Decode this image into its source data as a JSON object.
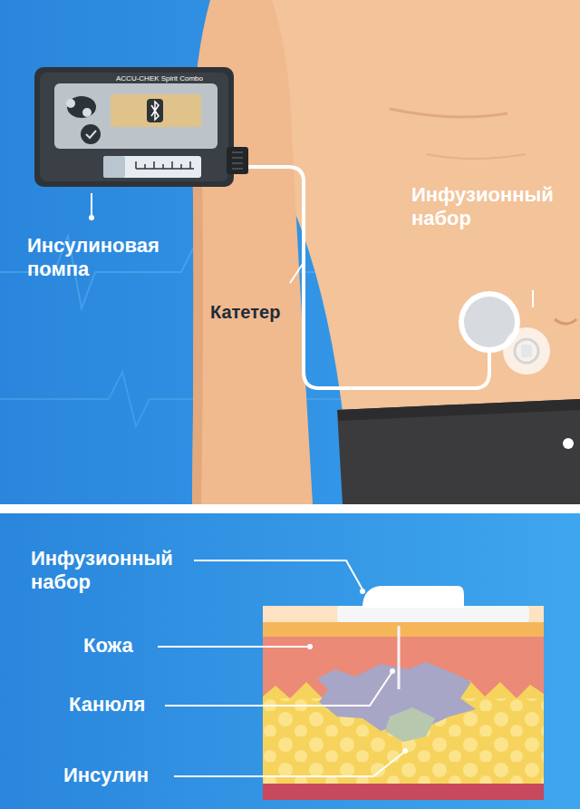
{
  "diagram": {
    "labels": [
      "ACCU-CHEK Spirit Combo",
      "Инсулиновая помпа",
      "Катетер",
      "Инфузионный набор",
      "Инфузионный набор",
      "Кожа",
      "Канюля",
      "Инсулин"
    ]
  }
}
